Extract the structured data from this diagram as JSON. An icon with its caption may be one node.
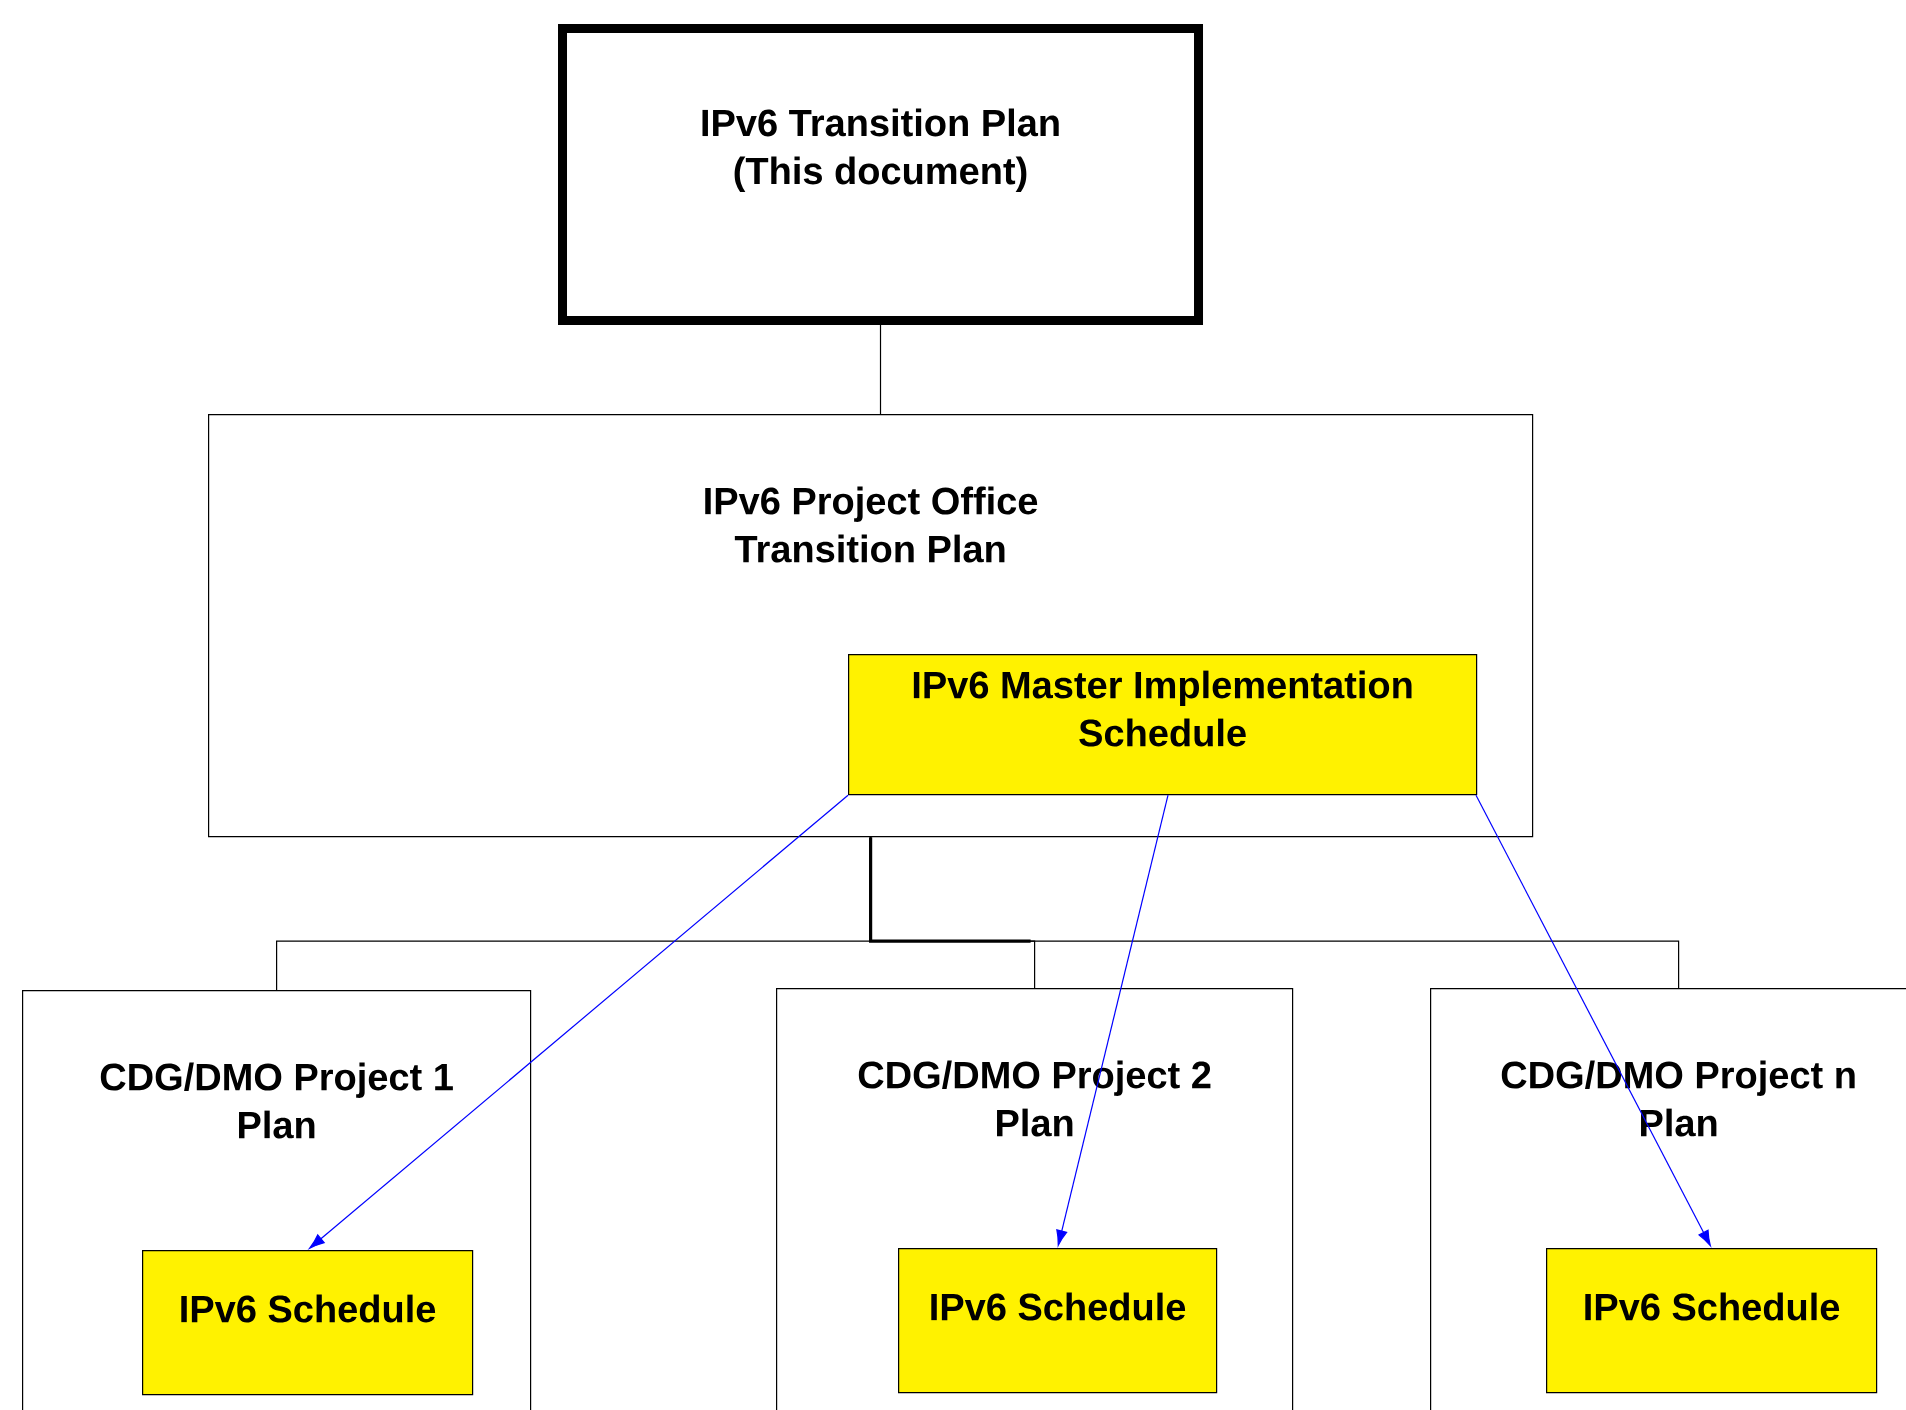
{
  "diagram": {
    "nodes": [
      {
        "text": [
          "IPv6 Transition Plan (This document)"
        ]
      },
      {
        "text": [
          "IPv6 Project Office Transition Plan"
        ]
      },
      {
        "text": [
          "IPv6 Master Implementation Schedule"
        ],
        "in": 1
      },
      {
        "text": [
          "CDG/DMO Project 1 Plan"
        ]
      },
      {
        "text": [
          "CDG/DMO Project 2 Plan"
        ]
      },
      {
        "text": [
          "CDG/DMO Project n Plan"
        ]
      },
      {
        "text": [
          "IPv6 Schedule"
        ],
        "in": 3
      },
      {
        "text": [
          "IPv6 Schedule"
        ],
        "in": 4
      },
      {
        "text": [
          "IPv6 Schedule"
        ],
        "in": 5
      }
    ],
    "edges": [
      {
        "from": 0,
        "to": 1,
        "arrow": "none"
      },
      {
        "from": 1,
        "to": 3,
        "arrow": "none"
      },
      {
        "from": 1,
        "to": 4,
        "arrow": "none"
      },
      {
        "from": 1,
        "to": 5,
        "arrow": "none"
      },
      {
        "from": 2,
        "to": 6,
        "arrow": "to",
        "color": "#0000ff"
      },
      {
        "from": 2,
        "to": 7,
        "arrow": "to",
        "color": "#0000ff"
      },
      {
        "from": 2,
        "to": 8,
        "arrow": "to",
        "color": "#0000ff"
      }
    ]
  }
}
